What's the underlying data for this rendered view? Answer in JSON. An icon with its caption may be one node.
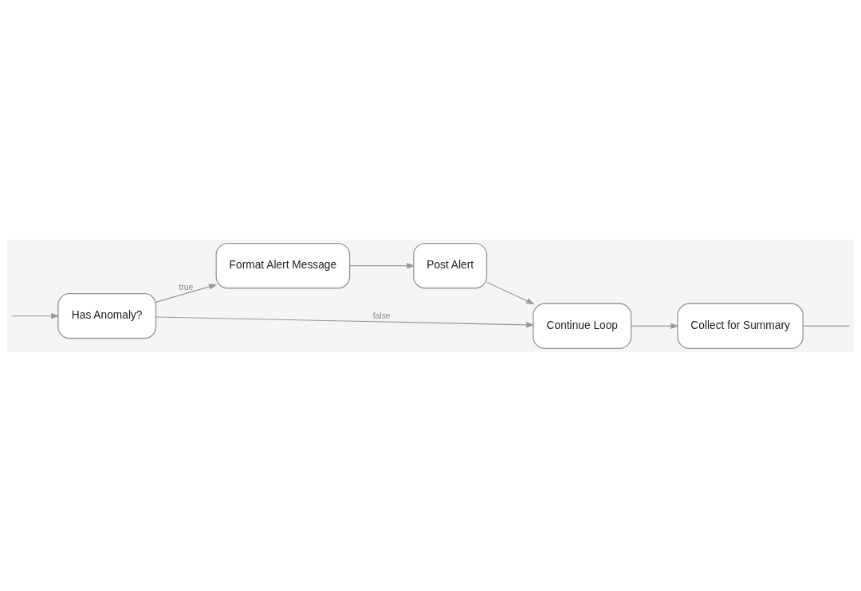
{
  "diagram": {
    "nodes": [
      {
        "text": [
          "Has Anomaly?"
        ]
      },
      {
        "text": [
          "Format Alert Message"
        ]
      },
      {
        "text": [
          "Post Alert"
        ]
      },
      {
        "text": [
          "Continue Loop"
        ]
      },
      {
        "text": [
          "Collect for Summary"
        ]
      }
    ],
    "edges": [
      {
        "from": null,
        "to": 0,
        "arrow": "to"
      },
      {
        "from": 0,
        "to": 1,
        "arrow": "to",
        "label": "true"
      },
      {
        "from": 0,
        "to": 3,
        "arrow": "to",
        "label": "false"
      },
      {
        "from": 1,
        "to": 2,
        "arrow": "to"
      },
      {
        "from": 2,
        "to": 3,
        "arrow": "to"
      },
      {
        "from": 3,
        "to": 4,
        "arrow": "to"
      },
      {
        "from": 4,
        "to": null,
        "arrow": "none"
      }
    ]
  }
}
